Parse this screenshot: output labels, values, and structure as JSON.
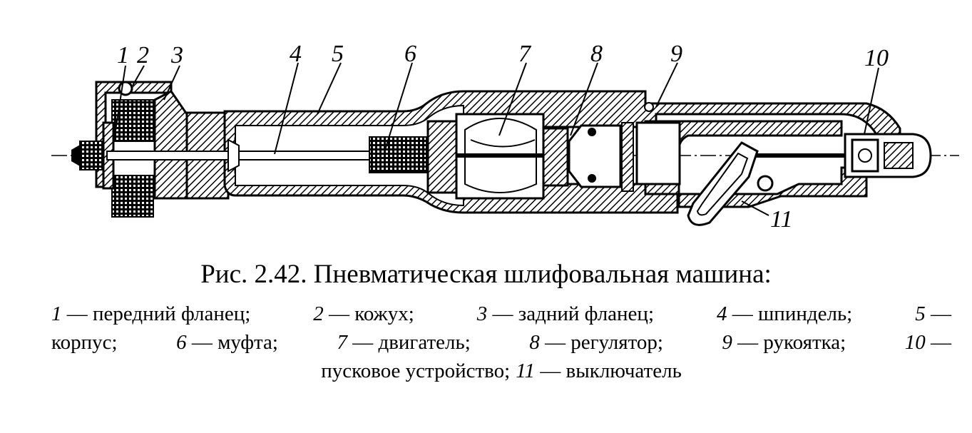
{
  "figure": {
    "title": "Рис. 2.42. Пневматическая шлифовальная машина:",
    "callouts": [
      "1",
      "2",
      "3",
      "4",
      "5",
      "6",
      "7",
      "8",
      "9",
      "10",
      "11"
    ],
    "legend": [
      {
        "num": "1",
        "text": "передний фланец;"
      },
      {
        "num": "2",
        "text": "кожух;"
      },
      {
        "num": "3",
        "text": "задний фланец;"
      },
      {
        "num": "4",
        "text": "шпиндель;"
      },
      {
        "num": "5",
        "text": "корпус;"
      },
      {
        "num": "6",
        "text": "муфта;"
      },
      {
        "num": "7",
        "text": "двигатель;"
      },
      {
        "num": "8",
        "text": "регулятор;"
      },
      {
        "num": "9",
        "text": "рукоятка;"
      },
      {
        "num": "10",
        "text": "пусковое устройство;"
      },
      {
        "num": "11",
        "text": "выключатель"
      }
    ],
    "dash": "—"
  }
}
